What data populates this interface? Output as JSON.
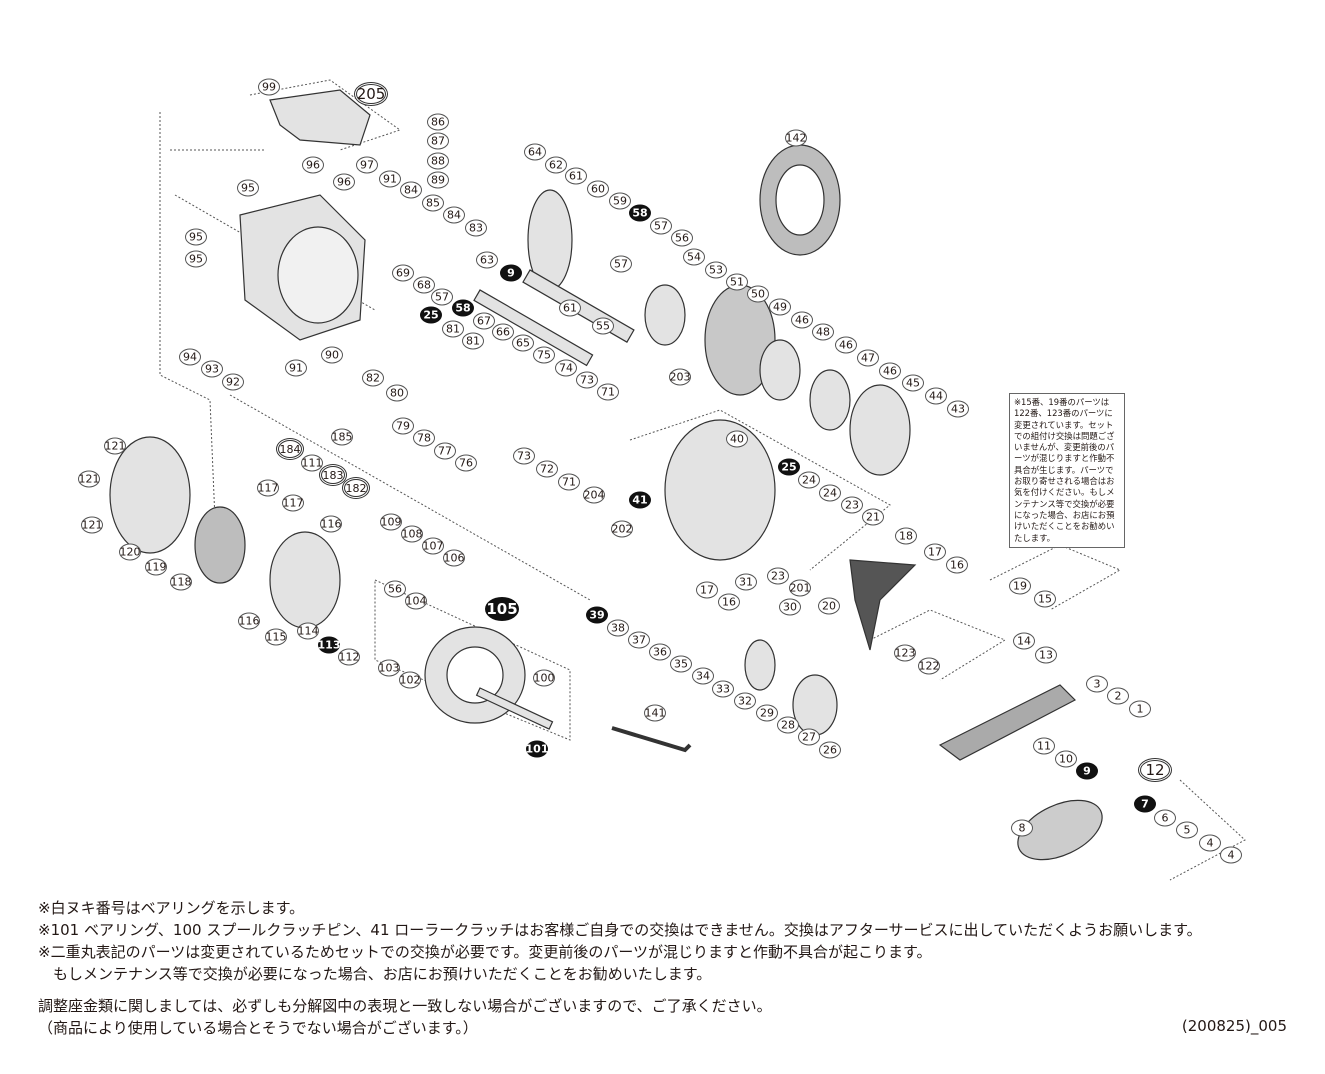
{
  "side_note": "※15番、19番のパーツは122番、123番のパーツに変更されています。セットでの組付け交換は問題ございませんが、変更前後のパーツが混じりますと作動不具合が生じます。パーツでお取り寄せされる場合はお気を付けください。もしメンテナンス等で交換が必要になった場合、お店にお預けいただくことをお勧めいたします。",
  "notes": [
    "※白ヌキ番号はベアリングを示します。",
    "※101 ベアリング、100 スプールクラッチピン、41 ローラークラッチはお客様ご自身での交換はできません。交換はアフターサービスに出していただくようお願いします。",
    "※二重丸表記のパーツは変更されているためセットでの交換が必要です。変更前後のパーツが混じりますと作動不具合が起こります。",
    "　もしメンテナンス等で交換が必要になった場合、お店にお預けいただくことをお勧めいたします。"
  ],
  "shim_notes": [
    "調整座金類に関しましては、必ずしも分解図中の表現と一致しない場合がございますので、ご了承ください。",
    "（商品により使用している場合とそうでない場合がございます。）"
  ],
  "reference_code": "(200825)_005",
  "colors": {
    "ink": "#231815",
    "part_fill": "#d9d9d9",
    "part_stroke": "#333333"
  },
  "parts": [
    {
      "n": "99",
      "t": "normal"
    },
    {
      "n": "205",
      "t": "changed"
    },
    {
      "n": "97",
      "t": "normal"
    },
    {
      "n": "96",
      "t": "normal"
    },
    {
      "n": "96",
      "t": "normal"
    },
    {
      "n": "91",
      "t": "normal"
    },
    {
      "n": "95",
      "t": "normal"
    },
    {
      "n": "95",
      "t": "normal"
    },
    {
      "n": "95",
      "t": "normal"
    },
    {
      "n": "84",
      "t": "normal"
    },
    {
      "n": "85",
      "t": "normal"
    },
    {
      "n": "84",
      "t": "normal"
    },
    {
      "n": "83",
      "t": "normal"
    },
    {
      "n": "86",
      "t": "normal"
    },
    {
      "n": "87",
      "t": "normal"
    },
    {
      "n": "88",
      "t": "normal"
    },
    {
      "n": "89",
      "t": "normal"
    },
    {
      "n": "64",
      "t": "normal"
    },
    {
      "n": "62",
      "t": "normal"
    },
    {
      "n": "61",
      "t": "normal"
    },
    {
      "n": "60",
      "t": "normal"
    },
    {
      "n": "59",
      "t": "normal"
    },
    {
      "n": "58",
      "t": "bearing"
    },
    {
      "n": "57",
      "t": "normal"
    },
    {
      "n": "56",
      "t": "normal"
    },
    {
      "n": "57",
      "t": "normal"
    },
    {
      "n": "63",
      "t": "normal"
    },
    {
      "n": "9",
      "t": "bearing"
    },
    {
      "n": "69",
      "t": "normal"
    },
    {
      "n": "68",
      "t": "normal"
    },
    {
      "n": "57",
      "t": "normal"
    },
    {
      "n": "58",
      "t": "bearing"
    },
    {
      "n": "61",
      "t": "normal"
    },
    {
      "n": "55",
      "t": "normal"
    },
    {
      "n": "67",
      "t": "normal"
    },
    {
      "n": "66",
      "t": "normal"
    },
    {
      "n": "65",
      "t": "normal"
    },
    {
      "n": "25",
      "t": "bearing"
    },
    {
      "n": "81",
      "t": "normal"
    },
    {
      "n": "81",
      "t": "normal"
    },
    {
      "n": "82",
      "t": "normal"
    },
    {
      "n": "80",
      "t": "normal"
    },
    {
      "n": "75",
      "t": "normal"
    },
    {
      "n": "74",
      "t": "normal"
    },
    {
      "n": "73",
      "t": "normal"
    },
    {
      "n": "71",
      "t": "normal"
    },
    {
      "n": "79",
      "t": "normal"
    },
    {
      "n": "78",
      "t": "normal"
    },
    {
      "n": "77",
      "t": "normal"
    },
    {
      "n": "76",
      "t": "normal"
    },
    {
      "n": "73",
      "t": "normal"
    },
    {
      "n": "72",
      "t": "normal"
    },
    {
      "n": "71",
      "t": "normal"
    },
    {
      "n": "204",
      "t": "normal"
    },
    {
      "n": "94",
      "t": "normal"
    },
    {
      "n": "93",
      "t": "normal"
    },
    {
      "n": "92",
      "t": "normal"
    },
    {
      "n": "91",
      "t": "normal"
    },
    {
      "n": "90",
      "t": "normal"
    },
    {
      "n": "142",
      "t": "normal"
    },
    {
      "n": "54",
      "t": "normal"
    },
    {
      "n": "53",
      "t": "normal"
    },
    {
      "n": "51",
      "t": "normal"
    },
    {
      "n": "50",
      "t": "normal"
    },
    {
      "n": "49",
      "t": "normal"
    },
    {
      "n": "46",
      "t": "normal"
    },
    {
      "n": "48",
      "t": "normal"
    },
    {
      "n": "46",
      "t": "normal"
    },
    {
      "n": "47",
      "t": "normal"
    },
    {
      "n": "46",
      "t": "normal"
    },
    {
      "n": "45",
      "t": "normal"
    },
    {
      "n": "44",
      "t": "normal"
    },
    {
      "n": "43",
      "t": "normal"
    },
    {
      "n": "203",
      "t": "normal"
    },
    {
      "n": "40",
      "t": "normal"
    },
    {
      "n": "25",
      "t": "bearing"
    },
    {
      "n": "24",
      "t": "normal"
    },
    {
      "n": "24",
      "t": "normal"
    },
    {
      "n": "23",
      "t": "normal"
    },
    {
      "n": "21",
      "t": "normal"
    },
    {
      "n": "41",
      "t": "bearing"
    },
    {
      "n": "202",
      "t": "normal"
    },
    {
      "n": "18",
      "t": "normal"
    },
    {
      "n": "17",
      "t": "normal"
    },
    {
      "n": "16",
      "t": "normal"
    },
    {
      "n": "23",
      "t": "normal"
    },
    {
      "n": "201",
      "t": "normal"
    },
    {
      "n": "20",
      "t": "normal"
    },
    {
      "n": "185",
      "t": "normal"
    },
    {
      "n": "184",
      "t": "changed"
    },
    {
      "n": "111",
      "t": "normal"
    },
    {
      "n": "183",
      "t": "changed"
    },
    {
      "n": "182",
      "t": "changed"
    },
    {
      "n": "121",
      "t": "normal"
    },
    {
      "n": "121",
      "t": "normal"
    },
    {
      "n": "121",
      "t": "normal"
    },
    {
      "n": "120",
      "t": "normal"
    },
    {
      "n": "119",
      "t": "normal"
    },
    {
      "n": "118",
      "t": "normal"
    },
    {
      "n": "117",
      "t": "normal"
    },
    {
      "n": "117",
      "t": "normal"
    },
    {
      "n": "116",
      "t": "normal"
    },
    {
      "n": "116",
      "t": "normal"
    },
    {
      "n": "115",
      "t": "normal"
    },
    {
      "n": "114",
      "t": "normal"
    },
    {
      "n": "113",
      "t": "bearing"
    },
    {
      "n": "112",
      "t": "normal"
    },
    {
      "n": "109",
      "t": "normal"
    },
    {
      "n": "108",
      "t": "normal"
    },
    {
      "n": "107",
      "t": "normal"
    },
    {
      "n": "106",
      "t": "normal"
    },
    {
      "n": "56",
      "t": "normal"
    },
    {
      "n": "104",
      "t": "normal"
    },
    {
      "n": "105",
      "t": "bearing"
    },
    {
      "n": "103",
      "t": "normal"
    },
    {
      "n": "102",
      "t": "normal"
    },
    {
      "n": "100",
      "t": "normal"
    },
    {
      "n": "101",
      "t": "bearing"
    },
    {
      "n": "17",
      "t": "normal"
    },
    {
      "n": "31",
      "t": "normal"
    },
    {
      "n": "16",
      "t": "normal"
    },
    {
      "n": "30",
      "t": "normal"
    },
    {
      "n": "39",
      "t": "bearing"
    },
    {
      "n": "38",
      "t": "normal"
    },
    {
      "n": "37",
      "t": "normal"
    },
    {
      "n": "36",
      "t": "normal"
    },
    {
      "n": "35",
      "t": "normal"
    },
    {
      "n": "34",
      "t": "normal"
    },
    {
      "n": "33",
      "t": "normal"
    },
    {
      "n": "32",
      "t": "normal"
    },
    {
      "n": "29",
      "t": "normal"
    },
    {
      "n": "28",
      "t": "normal"
    },
    {
      "n": "27",
      "t": "normal"
    },
    {
      "n": "26",
      "t": "normal"
    },
    {
      "n": "141",
      "t": "normal"
    },
    {
      "n": "19",
      "t": "normal"
    },
    {
      "n": "15",
      "t": "normal"
    },
    {
      "n": "123",
      "t": "normal"
    },
    {
      "n": "122",
      "t": "normal"
    },
    {
      "n": "14",
      "t": "normal"
    },
    {
      "n": "13",
      "t": "normal"
    },
    {
      "n": "3",
      "t": "normal"
    },
    {
      "n": "2",
      "t": "normal"
    },
    {
      "n": "1",
      "t": "normal"
    },
    {
      "n": "11",
      "t": "normal"
    },
    {
      "n": "10",
      "t": "normal"
    },
    {
      "n": "9",
      "t": "bearing"
    },
    {
      "n": "12",
      "t": "changed"
    },
    {
      "n": "7",
      "t": "bearing"
    },
    {
      "n": "6",
      "t": "normal"
    },
    {
      "n": "5",
      "t": "normal"
    },
    {
      "n": "4",
      "t": "normal"
    },
    {
      "n": "4",
      "t": "normal"
    },
    {
      "n": "8",
      "t": "normal"
    }
  ]
}
